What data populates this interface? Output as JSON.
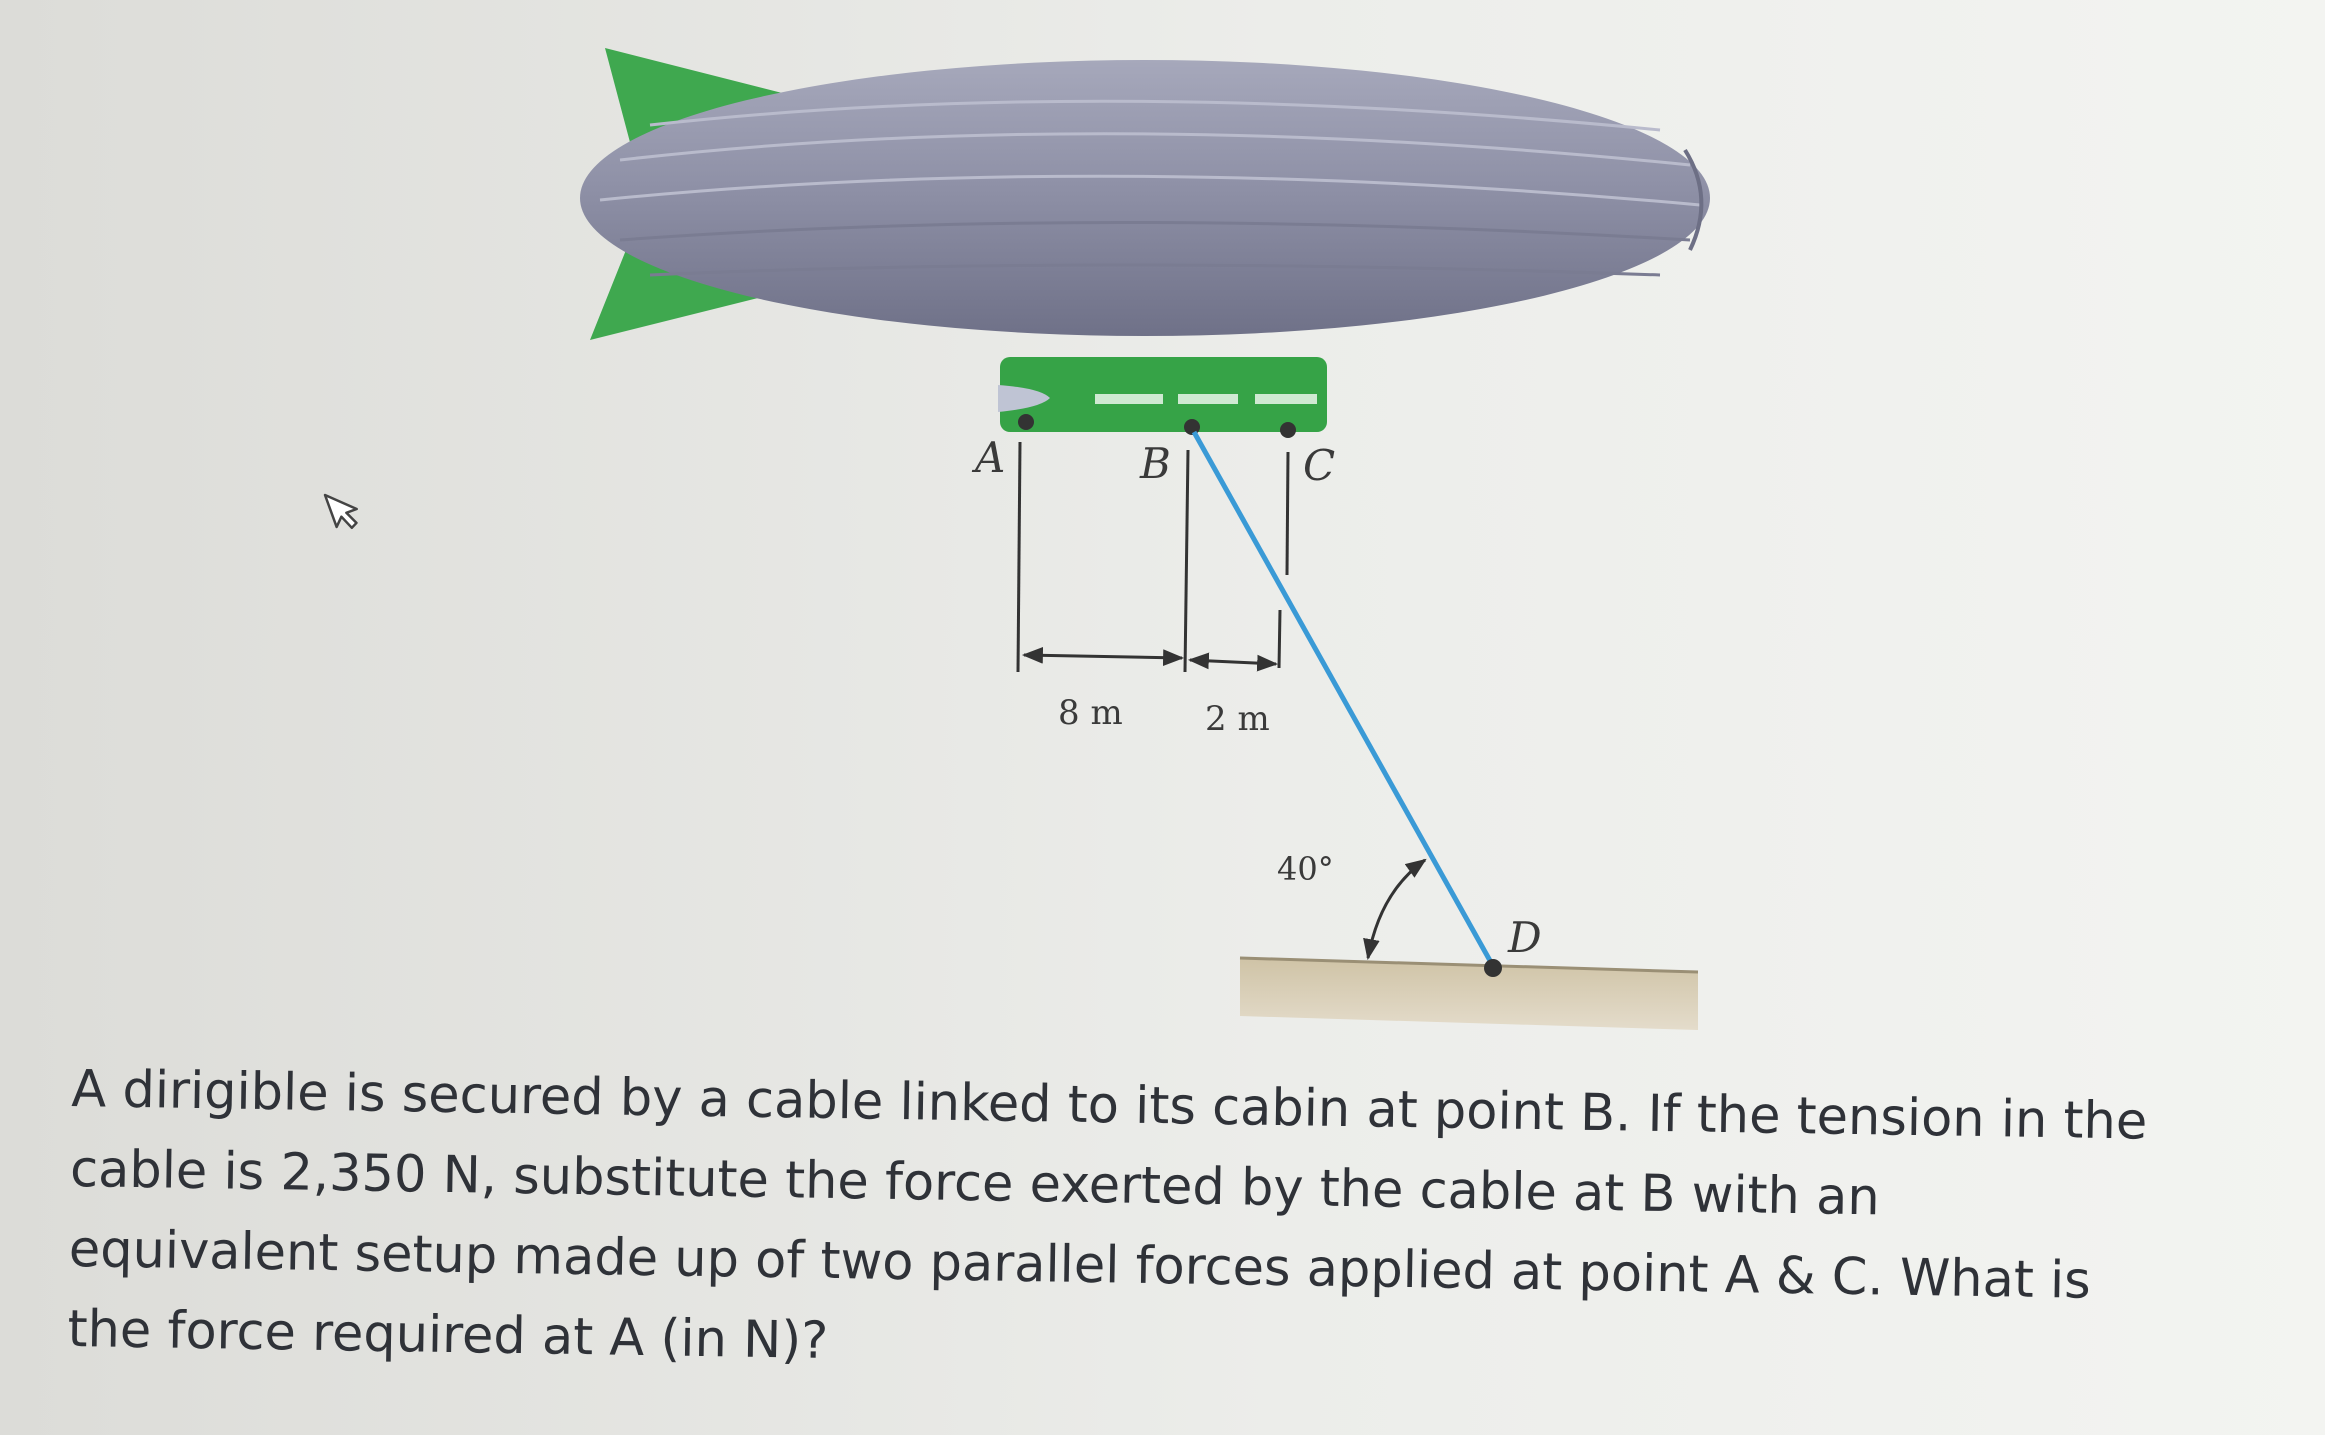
{
  "figure": {
    "points": {
      "a": "A",
      "b": "B",
      "c": "C",
      "d": "D"
    },
    "dimensions": {
      "ab": "8 m",
      "bc": "2 m"
    },
    "angle": "40°"
  },
  "problem": {
    "text": "A dirigible is secured by a cable linked to its cabin at point B. If the tension in the cable is 2,350 N, substitute the force exerted by the cable at B with an equivalent setup made up of two parallel forces applied at point A & C. What is the force required at A (in N)?"
  },
  "colors": {
    "background": "#e9ebe6",
    "envelope": "#8e90a6",
    "fins": "#3fa84f",
    "cabin": "#36a347",
    "cable": "#3a9ad6",
    "ground": "#d7ccb4"
  },
  "icons": {
    "cursor": "mouse-pointer-icon"
  }
}
